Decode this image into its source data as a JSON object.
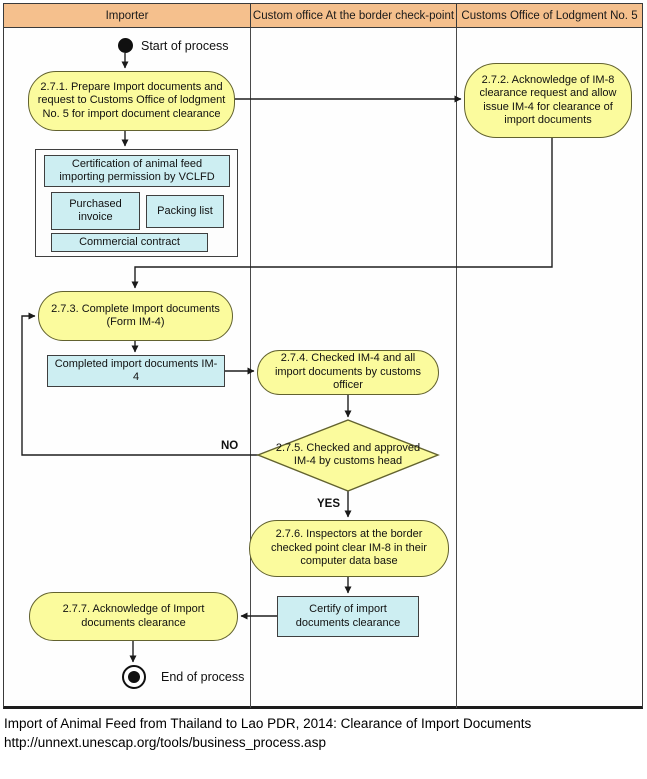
{
  "lanes": [
    {
      "label": "Importer"
    },
    {
      "label": "Custom office At the border check-point"
    },
    {
      "label": "Customs Office of Lodgment No. 5"
    }
  ],
  "nodes": {
    "start": {
      "label": "Start of process"
    },
    "n271": {
      "text": "2.7.1. Prepare Import documents and request to Customs Office of lodgment No. 5 for import document clearance"
    },
    "n272": {
      "text": "2.7.2. Acknowledge of IM-8 clearance request and allow issue IM-4 for clearance of import documents"
    },
    "documents": {
      "certification": "Certification of animal feed importing permission by VCLFD",
      "purchased_invoice": "Purchased invoice",
      "packing_list": "Packing list",
      "commercial_contract": "Commercial contract"
    },
    "n273": {
      "text": "2.7.3. Complete Import documents (Form IM-4)"
    },
    "completed_doc": {
      "text": "Completed import documents IM-4"
    },
    "n274": {
      "text": "2.7.4. Checked IM-4 and all import documents by customs officer"
    },
    "n275": {
      "text": "2.7.5. Checked and approved IM-4 by customs head"
    },
    "n276": {
      "text": "2.7.6. Inspectors at the border checked point clear IM-8 in their computer data base"
    },
    "certify_doc": {
      "text": "Certify of import documents clearance"
    },
    "n277": {
      "text": "2.7.7. Acknowledge of Import documents clearance"
    },
    "end": {
      "label": "End of process"
    }
  },
  "branch_labels": {
    "no": "NO",
    "yes": "YES"
  },
  "caption": {
    "title": "Import of Animal Feed from Thailand to Lao PDR, 2014: Clearance of Import Documents",
    "url": "http://unnext.unescap.org/tools/business_process.asp"
  },
  "colors": {
    "lane_header_bg": "#f5c08d",
    "process_fill": "#fbfb9d",
    "process_border": "#62622f",
    "document_fill": "#cdeef2",
    "line": "#1f1f1f"
  }
}
